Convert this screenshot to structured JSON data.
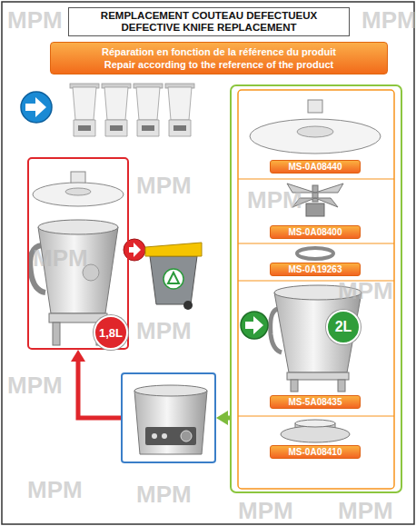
{
  "diagram": {
    "nodes": [
      {
        "text": [
          "REMPLACEMENT COUTEAU DEFECTUEUX",
          "DEFECTIVE KNIFE REPLACEMENT"
        ]
      },
      {
        "text": [
          "Réparation en fonction de la référence du produit",
          "Repair according to the reference of the product"
        ]
      },
      {
        "text": [
          "1,8L"
        ]
      },
      {
        "text": [
          "2L"
        ]
      },
      {
        "text": [
          "MS-0A08440"
        ],
        "in": 3
      },
      {
        "text": [
          "MS-0A08400"
        ],
        "in": 3
      },
      {
        "text": [
          "MS-0A19263"
        ],
        "in": 3
      },
      {
        "text": [
          "MS-5A08435"
        ],
        "in": 3
      },
      {
        "text": [
          "MS-0A08410"
        ],
        "in": 3
      },
      {
        "text": []
      }
    ],
    "edges": [
      {
        "from": 3,
        "to": 9,
        "arrow": "to"
      },
      {
        "from": 9,
        "to": 2,
        "arrow": "to"
      }
    ],
    "labels": [
      "MPM",
      "MPM",
      "MPM",
      "MPM",
      "MPM",
      "MPM",
      "MPM",
      "MPM",
      "MPM",
      "MPM",
      "MPM",
      "MPM"
    ]
  }
}
